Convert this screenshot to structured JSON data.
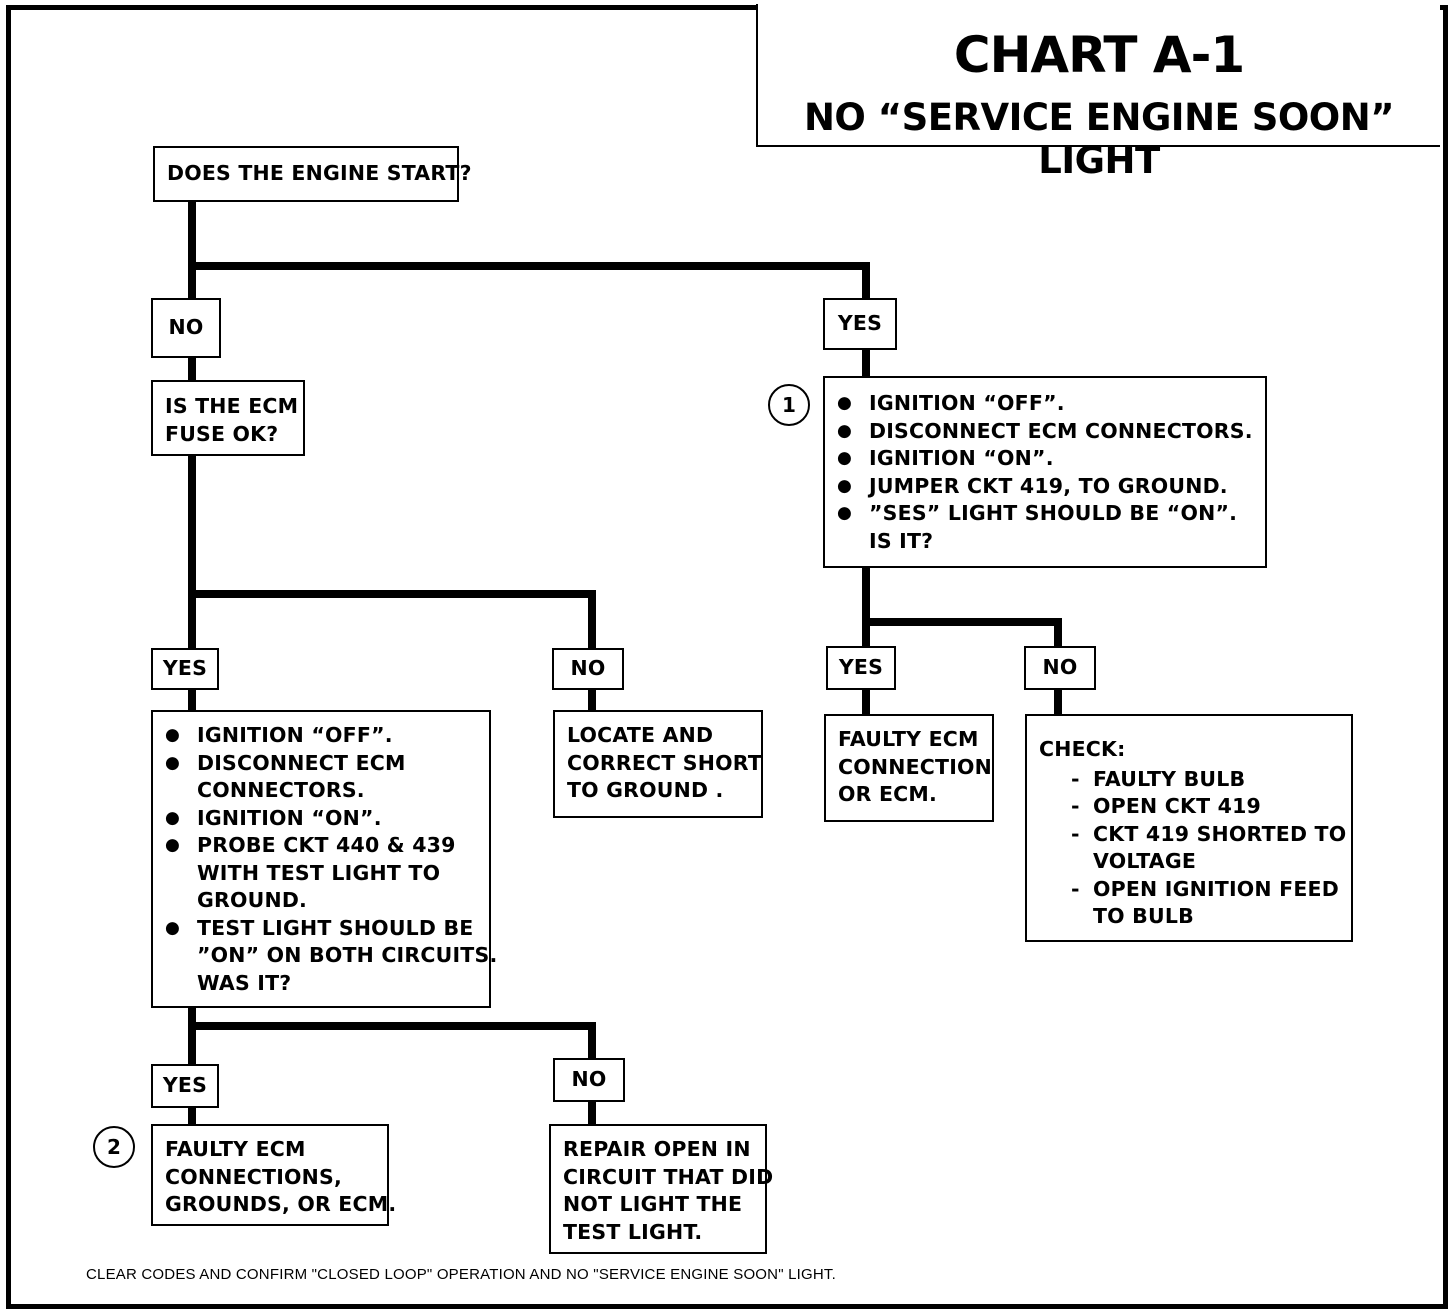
{
  "header": {
    "title": "CHART A-1",
    "subtitle": "NO “SERVICE ENGINE SOON” LIGHT"
  },
  "start": "DOES THE ENGINE START?",
  "no_branch": {
    "label": "NO",
    "question": [
      "IS THE ECM",
      "FUSE OK?"
    ],
    "yes": {
      "label": "YES",
      "steps": [
        [
          "IGNITION “OFF”."
        ],
        [
          "DISCONNECT ECM",
          "CONNECTORS."
        ],
        [
          "IGNITION “ON”."
        ],
        [
          "PROBE CKT 440 & 439",
          "WITH TEST LIGHT TO",
          "GROUND."
        ],
        [
          "TEST LIGHT  SHOULD BE",
          "”ON” ON BOTH CIRCUITS.",
          "WAS IT?"
        ]
      ],
      "yes": {
        "label": "YES",
        "marker": "2",
        "text": [
          "FAULTY ECM",
          "CONNECTIONS,",
          "GROUNDS, OR ECM."
        ]
      },
      "no": {
        "label": "NO",
        "text": [
          "REPAIR OPEN IN",
          "CIRCUIT THAT DID",
          "NOT LIGHT THE",
          "TEST LIGHT."
        ]
      }
    },
    "no": {
      "label": "NO",
      "text": [
        "LOCATE  AND",
        "CORRECT SHORT",
        "TO GROUND ."
      ]
    }
  },
  "yes_branch": {
    "label": "YES",
    "marker": "1",
    "steps": [
      [
        "IGNITION “OFF”."
      ],
      [
        "DISCONNECT ECM CONNECTORS."
      ],
      [
        "IGNITION “ON”."
      ],
      [
        "JUMPER CKT 419,  TO GROUND."
      ],
      [
        "”SES” LIGHT  SHOULD BE “ON”.",
        "IS IT?"
      ]
    ],
    "yes": {
      "label": "YES",
      "text": [
        "FAULTY ECM",
        "CONNECTION",
        "OR ECM."
      ]
    },
    "no": {
      "label": "NO",
      "check_title": "CHECK:",
      "items": [
        [
          "FAULTY BULB"
        ],
        [
          "OPEN CKT 419"
        ],
        [
          "CKT 419 SHORTED TO",
          "VOLTAGE"
        ],
        [
          "OPEN IGNITION FEED",
          "TO BULB"
        ]
      ]
    }
  },
  "footer": "CLEAR CODES AND CONFIRM \"CLOSED LOOP\" OPERATION AND NO \"SERVICE ENGINE SOON\" LIGHT."
}
